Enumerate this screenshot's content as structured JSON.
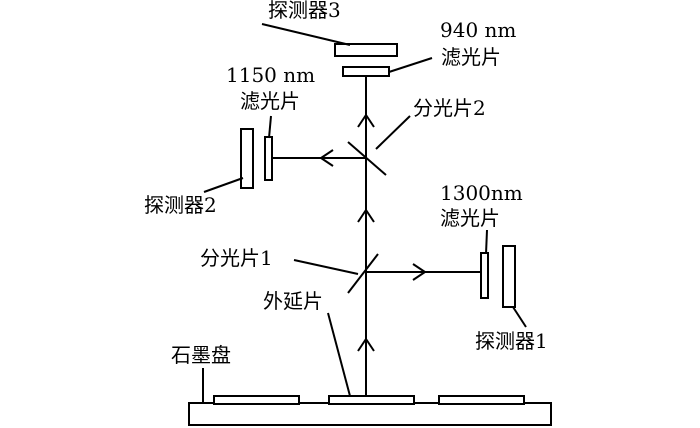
{
  "labels": {
    "detector3": "探测器3",
    "filter940_line1": "940 nm",
    "filter940_line2": "滤光片",
    "filter1150_line1": "1150 nm",
    "filter1150_line2": "滤光片",
    "beamsplitter2": "分光片2",
    "detector2": "探测器2",
    "filter1300_line1": "1300nm",
    "filter1300_line2": "滤光片",
    "beamsplitter1": "分光片1",
    "epiwafer": "外延片",
    "detector1": "探测器1",
    "graphite_disk": "石墨盘"
  }
}
